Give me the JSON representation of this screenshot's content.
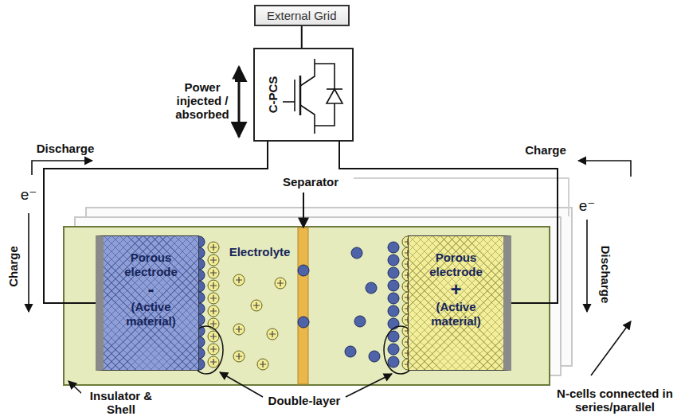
{
  "diagram": {
    "nodes": [
      {
        "text": [
          "External Grid"
        ]
      },
      {
        "text": [
          "C-PCS"
        ]
      },
      {
        "text": [
          "Porous electrode",
          "-",
          "(Active material)"
        ]
      },
      {
        "text": [
          "Porous electrode",
          "+",
          "(Active material)"
        ]
      }
    ],
    "edges": [
      {
        "from": 0,
        "to": 1,
        "arrow": "none"
      },
      {
        "from": 1,
        "to": 2,
        "arrow": "none"
      },
      {
        "from": 1,
        "to": 3,
        "arrow": "none"
      }
    ],
    "labels": [
      "Power injected / absorbed",
      "Discharge",
      "Charge",
      "e⁻",
      "Charge",
      "Separator",
      "Electrolyte",
      "e⁻",
      "Discharge",
      "Double-layer",
      "Insulator & Shell",
      "N-cells connected in series/parallel"
    ]
  }
}
